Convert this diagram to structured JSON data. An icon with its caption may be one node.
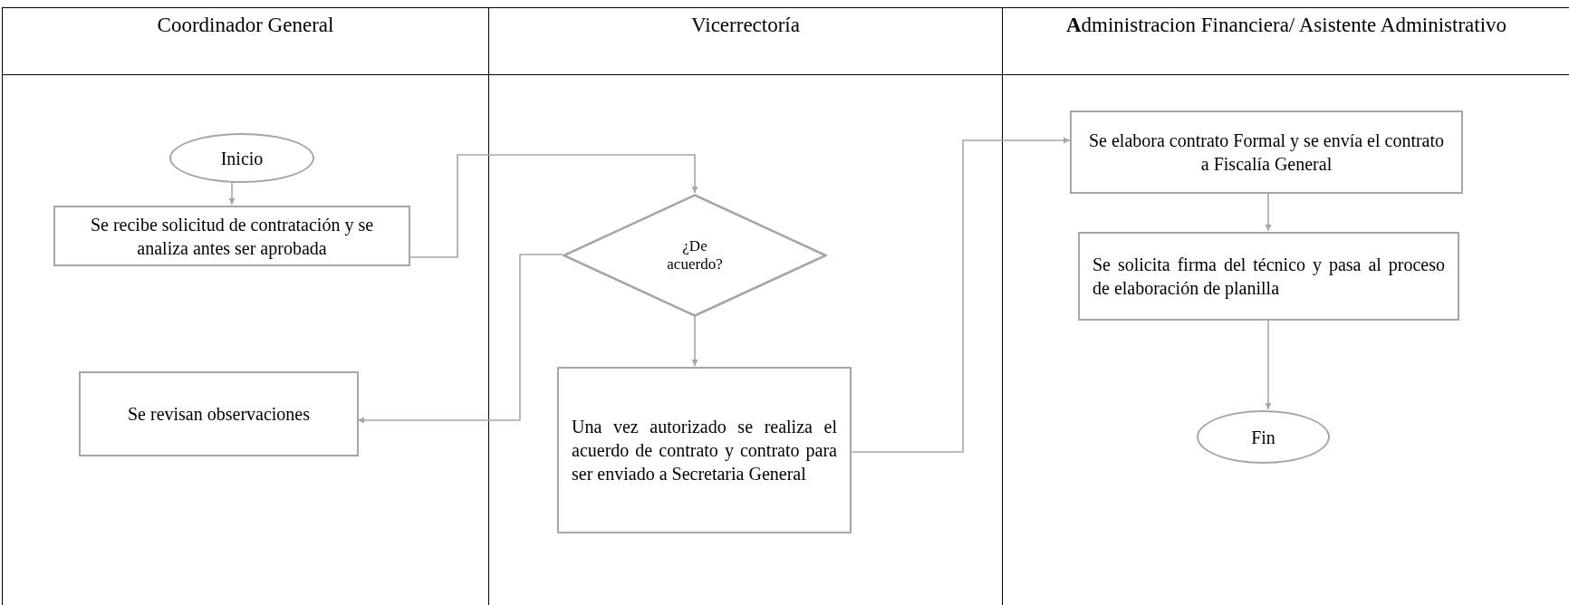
{
  "diagram": {
    "nodes": [
      {
        "text": [
          "Coordinador General"
        ]
      },
      {
        "text": [
          "Inicio"
        ],
        "in": 0
      },
      {
        "text": [
          "Se recibe solicitud de contratación y se analiza antes ser aprobada"
        ],
        "in": 0
      },
      {
        "text": [
          "Se revisan observaciones"
        ],
        "in": 0
      },
      {
        "text": [
          "Vicerrectoría"
        ]
      },
      {
        "text": [
          "¿De acuerdo?"
        ],
        "in": 4
      },
      {
        "text": [
          "Una vez autorizado se realiza el acuerdo de contrato y contrato para ser enviado a Secretaria General"
        ],
        "in": 4
      },
      {
        "text": [
          "**A**dministracion Financiera/ Asistente Administrativo"
        ]
      },
      {
        "text": [
          "Se elabora contrato Formal y se envía el contrato a Fiscalía General"
        ],
        "in": 7
      },
      {
        "text": [
          "Se solicita firma del técnico y pasa al proceso de elaboración de planilla"
        ],
        "in": 7
      },
      {
        "text": [
          "Fin"
        ],
        "in": 7
      }
    ],
    "edges": [
      {
        "from": 1,
        "to": 2,
        "arrow": "to"
      },
      {
        "from": 2,
        "to": 5,
        "arrow": "to"
      },
      {
        "from": 5,
        "to": 3,
        "arrow": "to"
      },
      {
        "from": 5,
        "to": 6,
        "arrow": "to"
      },
      {
        "from": 6,
        "to": 8,
        "arrow": "to"
      },
      {
        "from": 8,
        "to": 9,
        "arrow": "to"
      },
      {
        "from": 9,
        "to": 10,
        "arrow": "to"
      }
    ]
  }
}
